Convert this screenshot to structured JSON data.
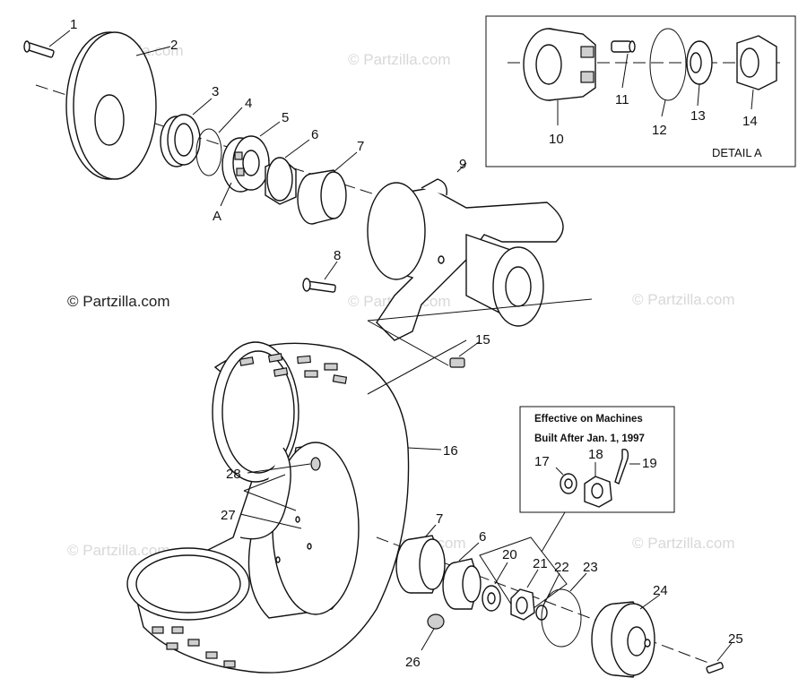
{
  "watermark": {
    "text": "© Partzilla.com"
  },
  "detail_box": {
    "title": "DETAIL A"
  },
  "note_box": {
    "line1": "Effective on Machines",
    "line2": "Built After Jan. 1, 1997"
  },
  "callouts": {
    "c1": "1",
    "c2": "2",
    "c3": "3",
    "c4": "4",
    "c5": "5",
    "c6": "6",
    "c7": "7",
    "c8": "8",
    "c9": "9",
    "c10": "10",
    "c11": "11",
    "c12": "12",
    "c13": "13",
    "c14": "14",
    "c15": "15",
    "c16": "16",
    "c17": "17",
    "c18": "18",
    "c19": "19",
    "c20": "20",
    "c21": "21",
    "c22": "22",
    "c23": "23",
    "c24": "24",
    "c25": "25",
    "c26": "26",
    "c27": "27",
    "c28": "28",
    "c6b": "6",
    "c7b": "7",
    "cA": "A"
  }
}
